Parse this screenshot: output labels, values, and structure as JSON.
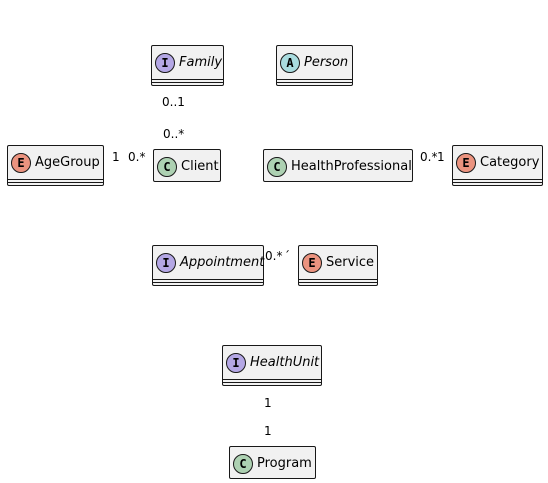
{
  "colors": {
    "interface": "#b4a7e5",
    "abstract": "#a9dcdf",
    "enum": "#eb937f",
    "class": "#add1b2",
    "border": "#181818",
    "fill": "#f1f1f1"
  },
  "classes": [
    {
      "id": "family",
      "name": "Family",
      "stereotype": "I",
      "kind": "interface",
      "italic": true
    },
    {
      "id": "person",
      "name": "Person",
      "stereotype": "A",
      "kind": "abstract",
      "italic": true
    },
    {
      "id": "agegroup",
      "name": "AgeGroup",
      "stereotype": "E",
      "kind": "enum",
      "italic": false
    },
    {
      "id": "client",
      "name": "Client",
      "stereotype": "C",
      "kind": "class",
      "italic": false
    },
    {
      "id": "healthprofessional",
      "name": "HealthProfessional",
      "stereotype": "C",
      "kind": "class",
      "italic": false
    },
    {
      "id": "category",
      "name": "Category",
      "stereotype": "E",
      "kind": "enum",
      "italic": false
    },
    {
      "id": "appointment",
      "name": "Appointment",
      "stereotype": "I",
      "kind": "interface",
      "italic": true
    },
    {
      "id": "service",
      "name": "Service",
      "stereotype": "E",
      "kind": "enum",
      "italic": false
    },
    {
      "id": "healthunit",
      "name": "HealthUnit",
      "stereotype": "I",
      "kind": "interface",
      "italic": true
    },
    {
      "id": "program",
      "name": "Program",
      "stereotype": "C",
      "kind": "class",
      "italic": false
    }
  ],
  "multiplicities": {
    "family_client_top": "0..1",
    "family_client_bottom": "0..*",
    "agegroup_side": "1",
    "client_side": "0.*",
    "hp_category_left": "0.*",
    "hp_category_right": "1",
    "appointment_service": "0.*",
    "appointment_service_mark": "´",
    "healthunit_program_top": "1",
    "healthunit_program_bottom": "1"
  }
}
